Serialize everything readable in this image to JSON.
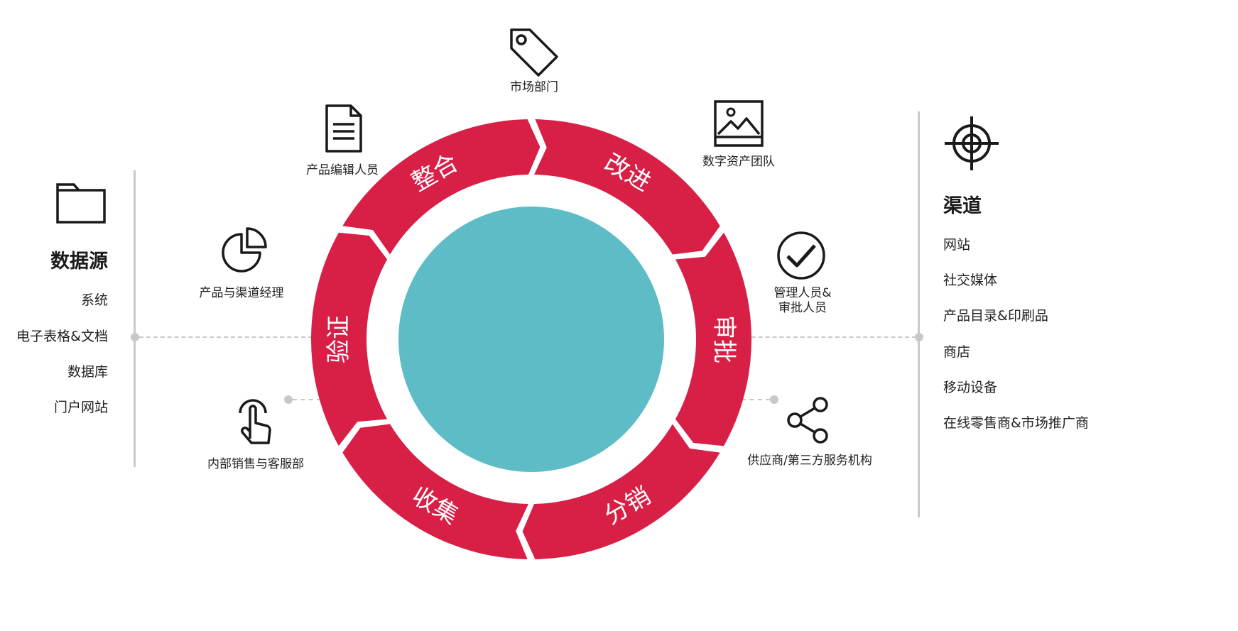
{
  "cycle": {
    "center_color": "#5dbcc5",
    "ring_color": "#d81f45",
    "stages": [
      {
        "label": "整合"
      },
      {
        "label": "改进"
      },
      {
        "label": "审批"
      },
      {
        "label": "分销"
      },
      {
        "label": "收集"
      },
      {
        "label": "验证"
      }
    ]
  },
  "roles": [
    {
      "label": "市场部门",
      "icon": "tag-icon"
    },
    {
      "label": "数字资产团队",
      "icon": "image-icon"
    },
    {
      "label": "管理人员&",
      "label2": "审批人员",
      "icon": "check-circle-icon"
    },
    {
      "label": "供应商/第三方服务机构",
      "icon": "share-icon"
    },
    {
      "label": "内部销售与客服部",
      "icon": "hand-pointer-icon"
    },
    {
      "label": "产品与渠道经理",
      "icon": "pie-chart-icon"
    },
    {
      "label": "产品编辑人员",
      "icon": "document-icon"
    }
  ],
  "data_sources": {
    "title": "数据源",
    "icon": "folder-icon",
    "items": [
      "系统",
      "电子表格&文档",
      "数据库",
      "门户网站"
    ]
  },
  "channels": {
    "title": "渠道",
    "icon": "target-icon",
    "items": [
      "网站",
      "社交媒体",
      "产品目录&印刷品",
      "商店",
      "移动设备",
      "在线零售商&市场推广商"
    ]
  }
}
